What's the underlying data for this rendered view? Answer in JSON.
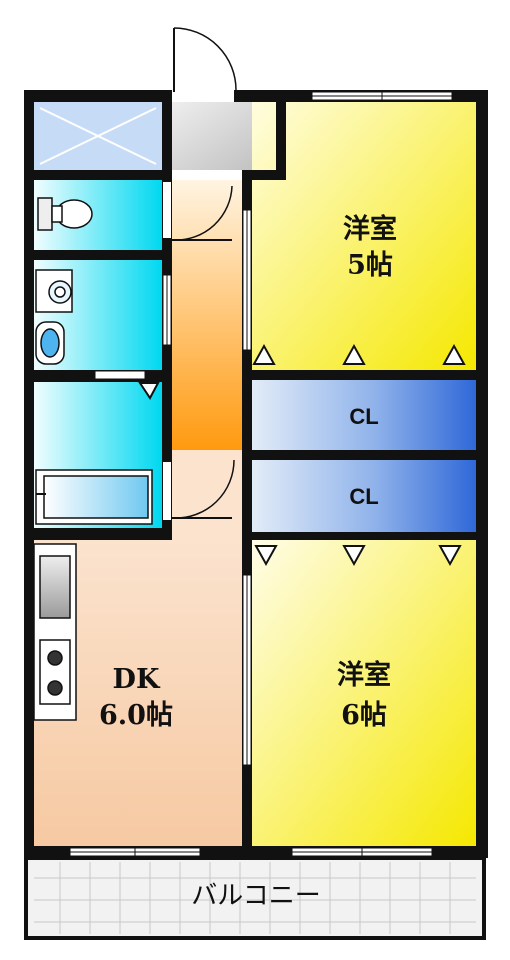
{
  "rooms": {
    "western_room_top": {
      "name": "洋室",
      "size": "5帖"
    },
    "closet_top": {
      "name": "CL"
    },
    "closet_bottom": {
      "name": "CL"
    },
    "western_room_bottom": {
      "name": "洋室",
      "size": "6帖"
    },
    "dining_kitchen": {
      "name": "DK",
      "size": "6.0帖"
    },
    "balcony": {
      "name": "バルコニー"
    }
  },
  "colors": {
    "wall": "#111111",
    "western_room_light": "#fffde0",
    "western_room_dark": "#f5e800",
    "closet_light": "#dbe8f8",
    "closet_dark": "#3a72d8",
    "corridor_light": "#fff0d8",
    "corridor_dark": "#ff9a10",
    "wet_area_light": "#e8fbff",
    "wet_area_dark": "#00d8f0",
    "dk_floor": "#f8d2b0",
    "entrance_floor": "#d8d8d8",
    "balcony_floor": "#f0f0f0"
  }
}
